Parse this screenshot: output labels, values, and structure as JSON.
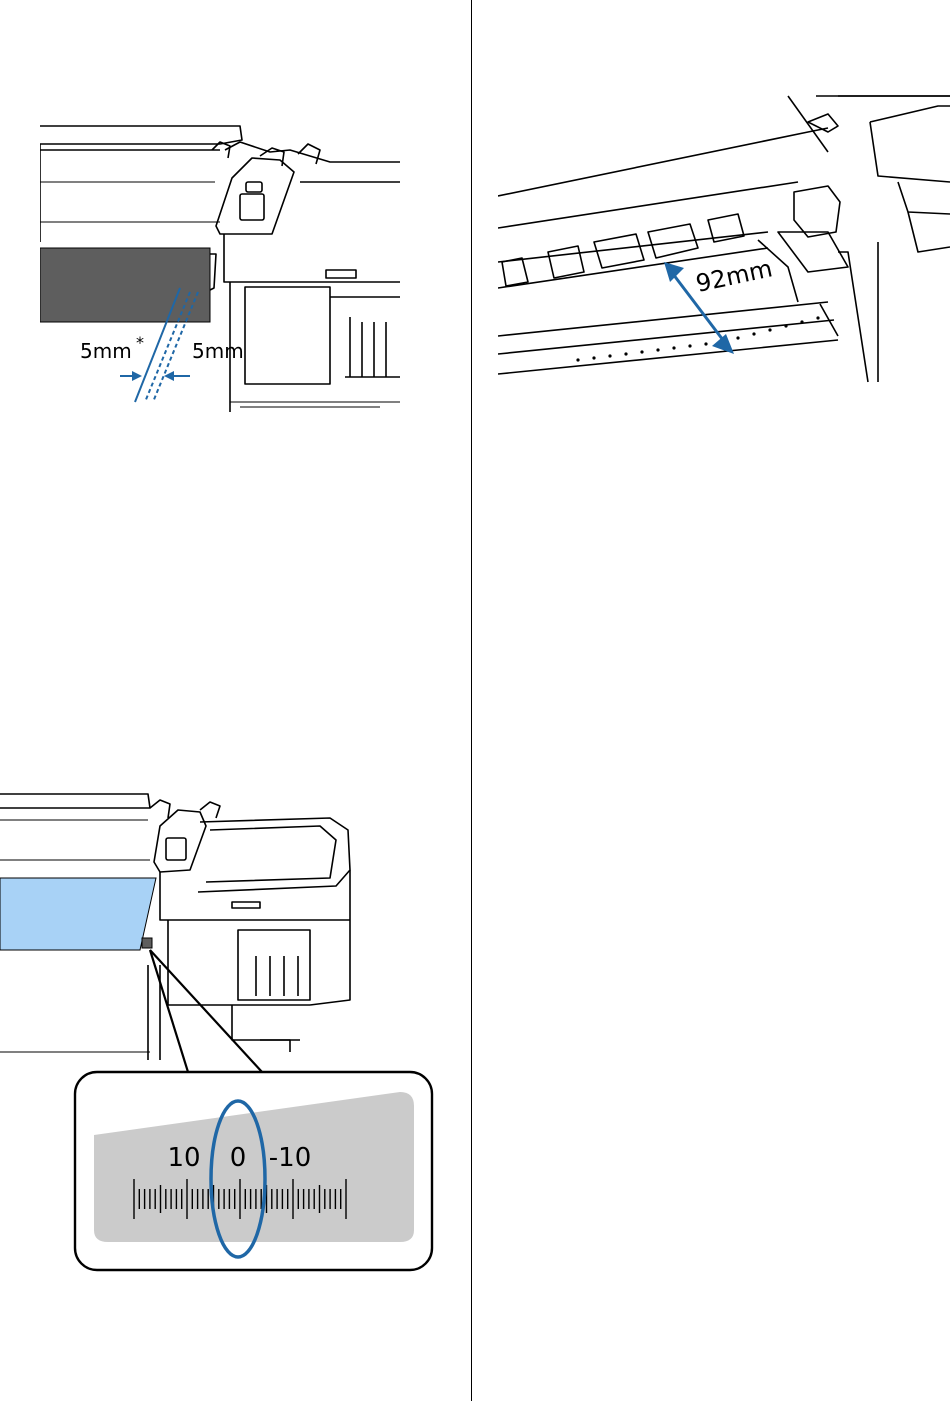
{
  "figure_top_left": {
    "dim_left": "5mm",
    "dim_left_marker": "*",
    "dim_right": "5mm"
  },
  "figure_top_right": {
    "dim": "92mm"
  },
  "figure_bottom_left": {
    "scale_labels": [
      "10",
      "0",
      "-10"
    ]
  },
  "colors": {
    "accent": "#1f67a6",
    "media_dark": "#5e5e5e",
    "media_blue": "#a8d2f6",
    "scale_bg": "#cbcbcb"
  }
}
